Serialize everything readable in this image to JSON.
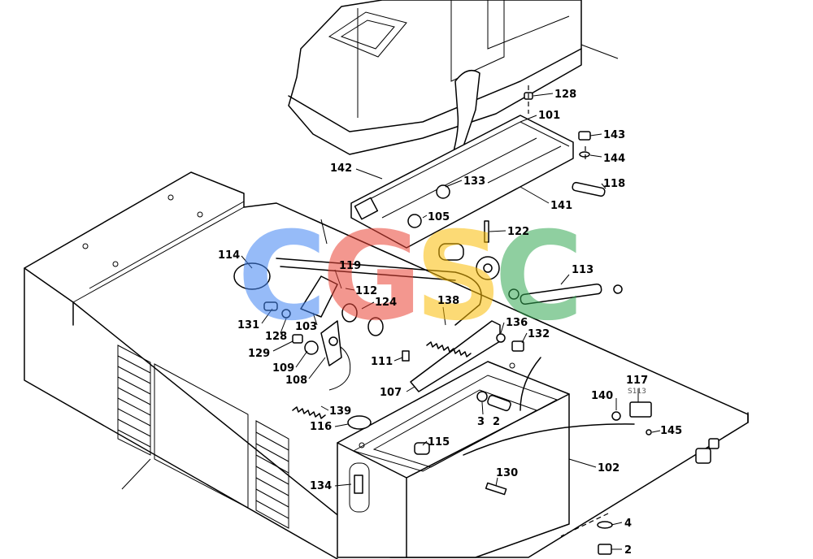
{
  "callouts": [
    {
      "id": "c128a",
      "label": "128"
    },
    {
      "id": "c101",
      "label": "101"
    },
    {
      "id": "c143",
      "label": "143"
    },
    {
      "id": "c144",
      "label": "144"
    },
    {
      "id": "c142",
      "label": "142"
    },
    {
      "id": "c133",
      "label": "133"
    },
    {
      "id": "c118",
      "label": "118"
    },
    {
      "id": "c141",
      "label": "141"
    },
    {
      "id": "c105",
      "label": "105"
    },
    {
      "id": "c122",
      "label": "122"
    },
    {
      "id": "c114",
      "label": "114"
    },
    {
      "id": "c119",
      "label": "119"
    },
    {
      "id": "c113",
      "label": "113"
    },
    {
      "id": "c112",
      "label": "112"
    },
    {
      "id": "c124",
      "label": "124"
    },
    {
      "id": "c138",
      "label": "138"
    },
    {
      "id": "c131",
      "label": "131"
    },
    {
      "id": "c128b",
      "label": "128"
    },
    {
      "id": "c103",
      "label": "103"
    },
    {
      "id": "c136",
      "label": "136"
    },
    {
      "id": "c132",
      "label": "132"
    },
    {
      "id": "c129",
      "label": "129"
    },
    {
      "id": "c111",
      "label": "111"
    },
    {
      "id": "c109",
      "label": "109"
    },
    {
      "id": "c108",
      "label": "108"
    },
    {
      "id": "c117",
      "label": "117"
    },
    {
      "id": "c140",
      "label": "140"
    },
    {
      "id": "c107",
      "label": "107"
    },
    {
      "id": "c139",
      "label": "139"
    },
    {
      "id": "c3",
      "label": "3"
    },
    {
      "id": "c2a",
      "label": "2"
    },
    {
      "id": "c145",
      "label": "145"
    },
    {
      "id": "c116",
      "label": "116"
    },
    {
      "id": "c115",
      "label": "115"
    },
    {
      "id": "c102",
      "label": "102"
    },
    {
      "id": "c130",
      "label": "130"
    },
    {
      "id": "c134",
      "label": "134"
    },
    {
      "id": "c4",
      "label": "4"
    },
    {
      "id": "c2b",
      "label": "2"
    }
  ],
  "connector_label": "S113",
  "watermark": {
    "letters": [
      "C",
      "G",
      "S",
      "C"
    ],
    "colors": [
      "#4285F4",
      "#EA4335",
      "#FBBC05",
      "#34A853"
    ]
  }
}
